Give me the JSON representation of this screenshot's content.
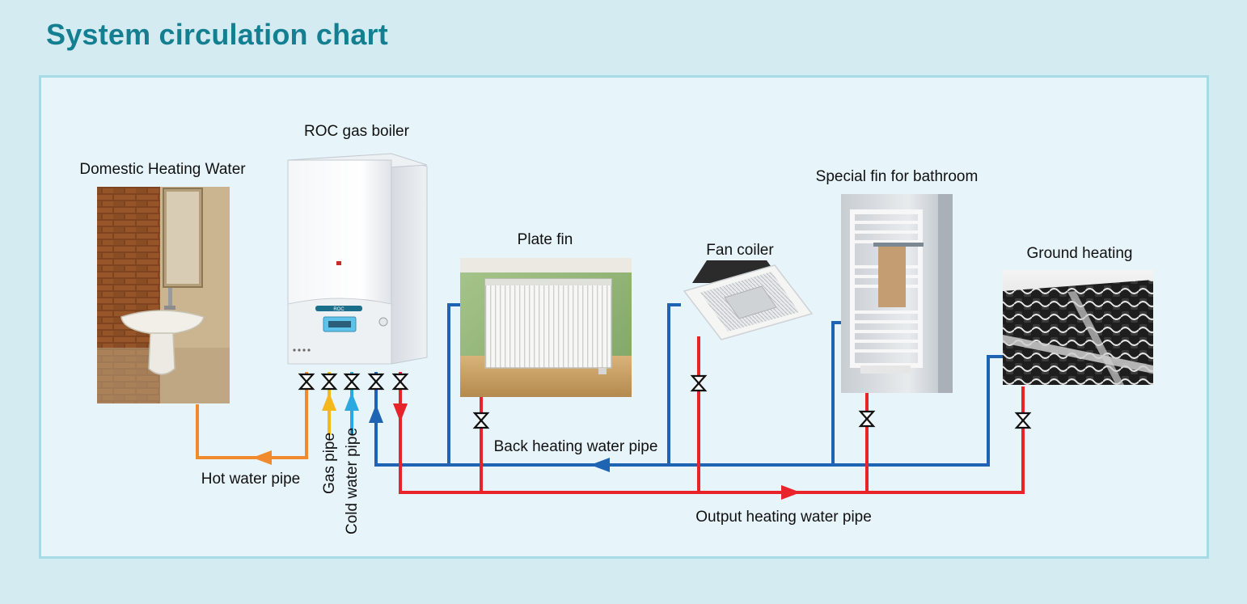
{
  "page": {
    "title": "System circulation chart"
  },
  "components": {
    "boiler": "ROC gas boiler",
    "boiler_brand": "ROC",
    "domestic": "Domestic Heating Water",
    "plate_fin": "Plate fin",
    "fan_coiler": "Fan coiler",
    "bath_fin": "Special fin for bathroom",
    "ground": "Ground heating"
  },
  "pipes": {
    "hot_water": "Hot water pipe",
    "gas": "Gas pipe",
    "cold_water": "Cold water pipe",
    "back_heating": "Back heating water pipe",
    "output_heating": "Output heating water pipe"
  },
  "colors": {
    "title": "#157f92",
    "hot_water_pipe": "#f08a2c",
    "gas_pipe": "#f4b81c",
    "cold_water_pipe": "#2aa9e0",
    "back_pipe": "#1f63b3",
    "output_pipe": "#e8232a",
    "panel_bg": "#e7f4f9",
    "panel_border": "#a6dbe6"
  }
}
